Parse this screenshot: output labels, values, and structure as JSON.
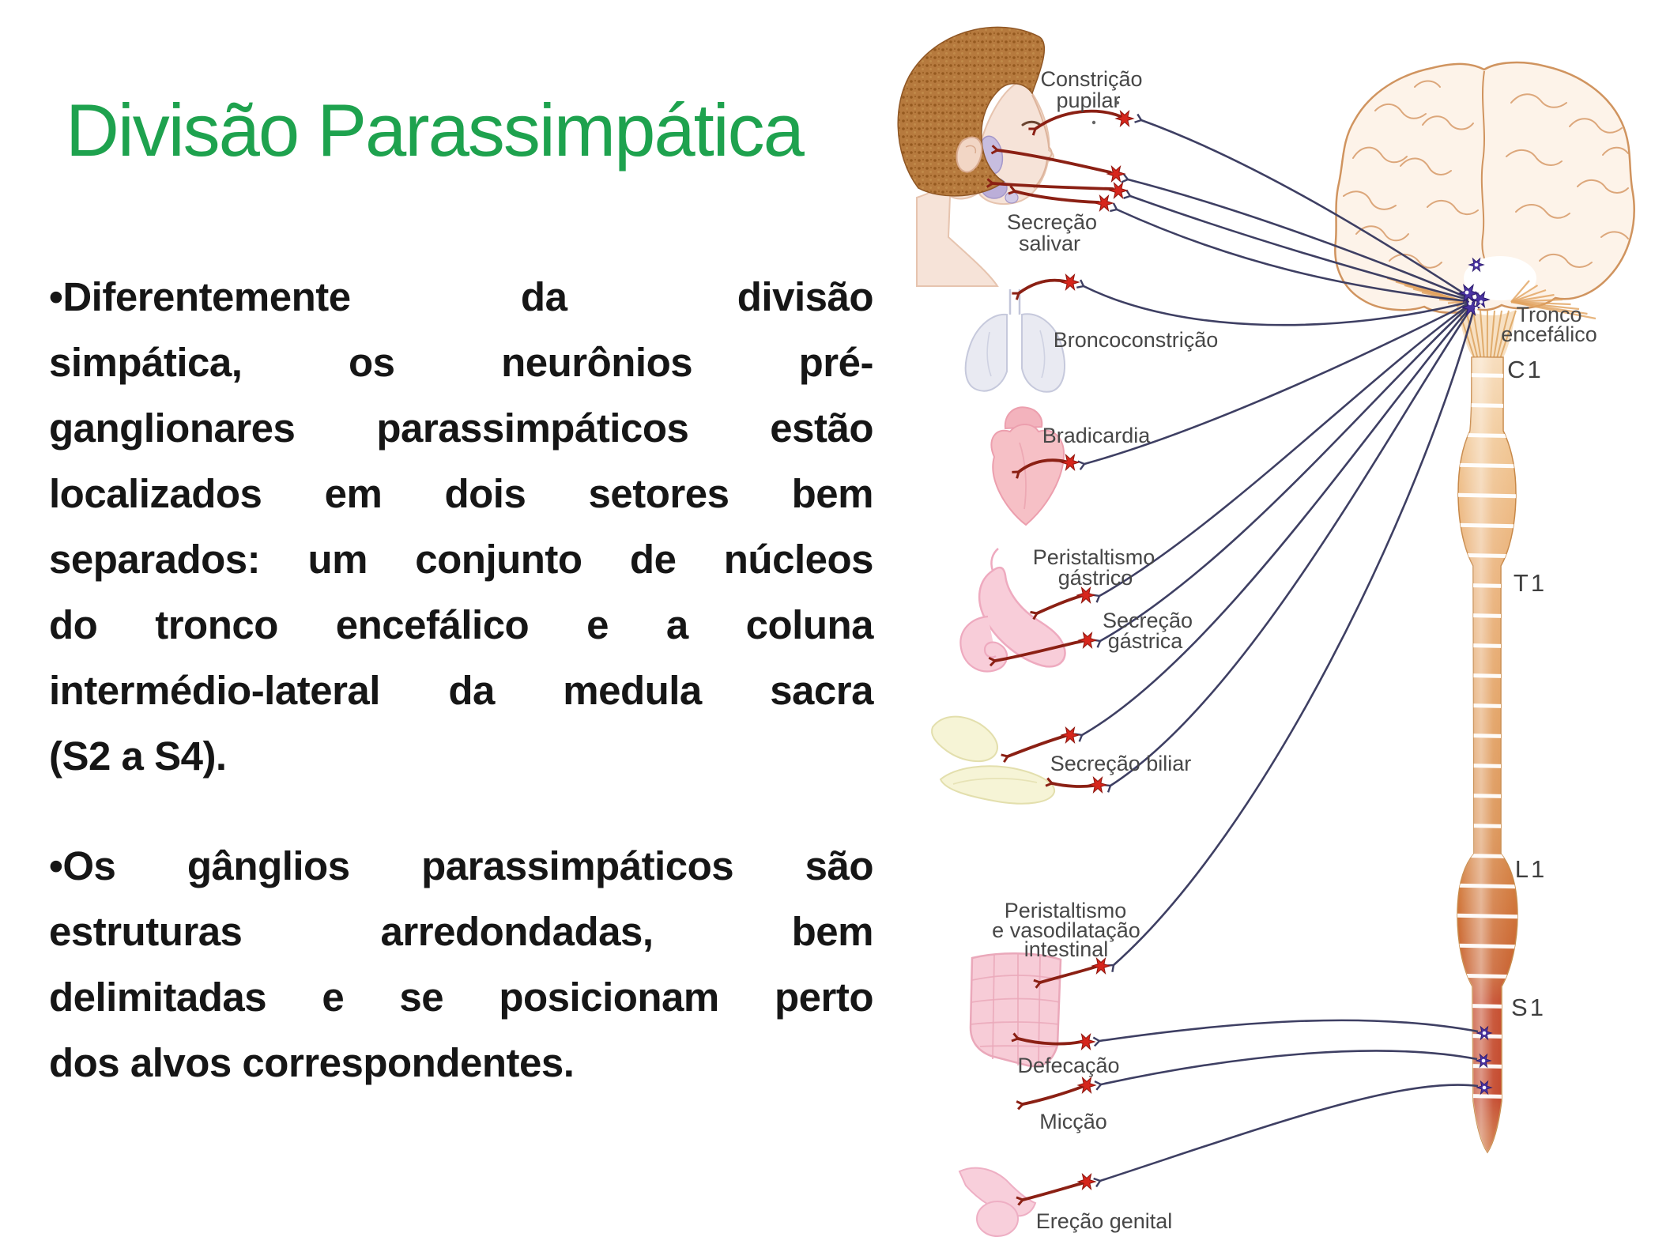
{
  "title": {
    "text": "Divisão Parassimpática",
    "color": "#1ea24e"
  },
  "paragraphs": [
    {
      "lines": [
        "•Diferentemente da divisão",
        "simpática, os neurônios pré-",
        "ganglionares parassimpáticos estão",
        "localizados em dois setores bem",
        "separados: um conjunto de núcleos",
        "do tronco encefálico e a coluna",
        "intermédio-lateral da medula sacra",
        "(S2 a S4)."
      ]
    },
    {
      "lines": [
        "•Os gânglios parassimpáticos são",
        "estruturas arredondadas, bem",
        "delimitadas e se posicionam perto",
        "dos alvos correspondentes."
      ]
    }
  ],
  "diagram": {
    "labels": {
      "pupil_1": "Constrição",
      "pupil_2": "pupilar",
      "saliva_1": "Secreção",
      "saliva_2": "salivar",
      "bronchi": "Broncoconstrição",
      "heart": "Bradicardia",
      "gastric_peristalsis_1": "Peristaltismo",
      "gastric_peristalsis_2": "gástrico",
      "gastric_secretion_1": "Secreção",
      "gastric_secretion_2": "gástrica",
      "biliary": "Secreção biliar",
      "intestinal_1": "Peristaltismo",
      "intestinal_2": "e vasodilatação",
      "intestinal_3": "intestinal",
      "defecation": "Defecação",
      "urination": "Micção",
      "genital": "Ereção genital",
      "brainstem_1": "Tronco",
      "brainstem_2": "encefálico",
      "c1": "C1",
      "t1": "T1",
      "l1": "L1",
      "s1": "S1"
    },
    "colors": {
      "ganglion_red": "#d6261c",
      "nerve_pre": "#3e3f63",
      "nerve_post": "#8b2014",
      "nucleus_purple": "#4a33a2",
      "label_text": "#474747"
    }
  }
}
